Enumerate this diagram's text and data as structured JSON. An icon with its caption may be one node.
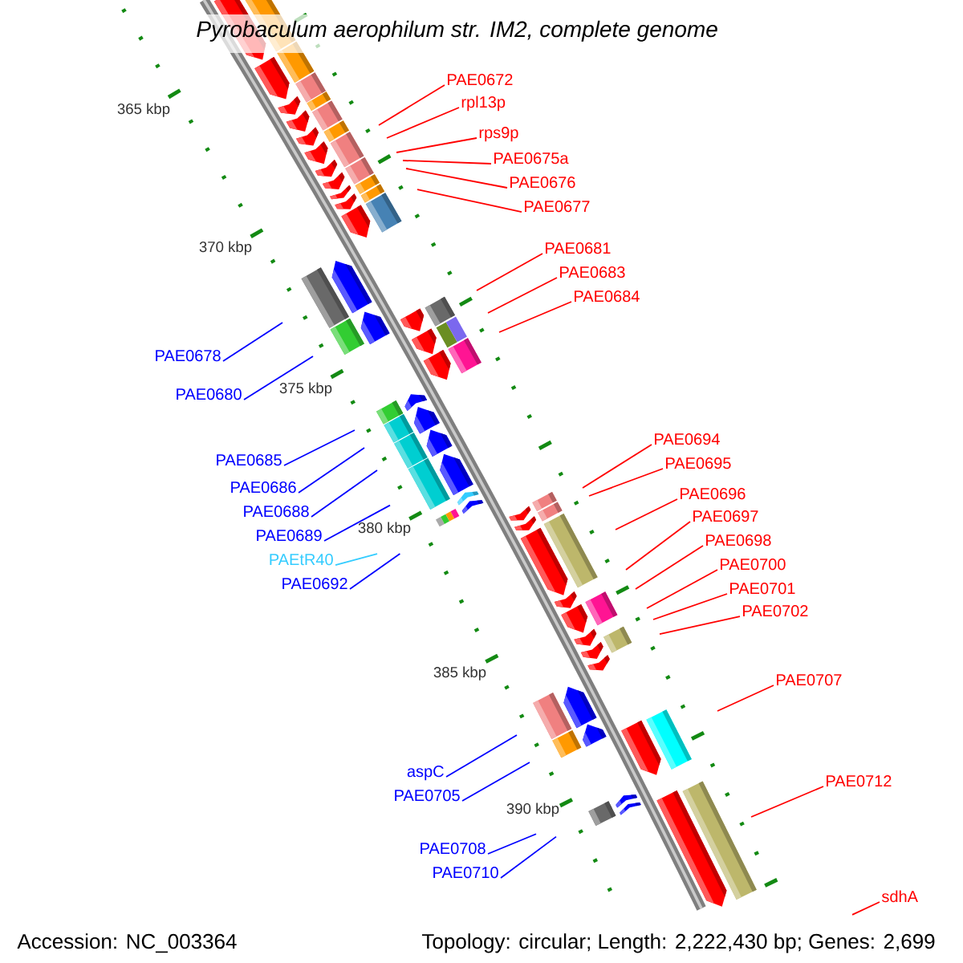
{
  "diagram": {
    "title": "Pyrobaculum aerophilum str. IM2, complete genome",
    "nodes": [
      {
        "text": [
          "PAE0672"
        ]
      },
      {
        "text": [
          "rpl13p"
        ]
      },
      {
        "text": [
          "rps9p"
        ]
      },
      {
        "text": [
          "PAE0675a"
        ]
      },
      {
        "text": [
          "PAE0676"
        ]
      },
      {
        "text": [
          "PAE0677"
        ]
      },
      {
        "text": [
          "PAE0681"
        ]
      },
      {
        "text": [
          "PAE0683"
        ]
      },
      {
        "text": [
          "PAE0684"
        ]
      },
      {
        "text": [
          "PAE0678"
        ]
      },
      {
        "text": [
          "PAE0680"
        ]
      },
      {
        "text": [
          "PAE0685"
        ]
      },
      {
        "text": [
          "PAE0686"
        ]
      },
      {
        "text": [
          "PAE0688"
        ]
      },
      {
        "text": [
          "PAE0689"
        ]
      },
      {
        "text": [
          "PAEtR40"
        ]
      },
      {
        "text": [
          "PAE0692"
        ]
      },
      {
        "text": [
          "PAE0694"
        ]
      },
      {
        "text": [
          "PAE0695"
        ]
      },
      {
        "text": [
          "PAE0696"
        ]
      },
      {
        "text": [
          "PAE0697"
        ]
      },
      {
        "text": [
          "PAE0698"
        ]
      },
      {
        "text": [
          "PAE0700"
        ]
      },
      {
        "text": [
          "PAE0701"
        ]
      },
      {
        "text": [
          "PAE0702"
        ]
      },
      {
        "text": [
          "PAE0707"
        ]
      },
      {
        "text": [
          "aspC"
        ]
      },
      {
        "text": [
          "PAE0705"
        ]
      },
      {
        "text": [
          "PAE0712"
        ]
      },
      {
        "text": [
          "PAE0708"
        ]
      },
      {
        "text": [
          "PAE0710"
        ]
      },
      {
        "text": [
          "sdhA"
        ]
      }
    ],
    "edges": [
      {
        "from": 0,
        "to": null,
        "arrow": "none"
      },
      {
        "from": 1,
        "to": null,
        "arrow": "none"
      },
      {
        "from": 2,
        "to": null,
        "arrow": "none"
      },
      {
        "from": 3,
        "to": null,
        "arrow": "none"
      },
      {
        "from": 4,
        "to": null,
        "arrow": "none"
      },
      {
        "from": 5,
        "to": null,
        "arrow": "none"
      },
      {
        "from": 6,
        "to": null,
        "arrow": "none"
      },
      {
        "from": 7,
        "to": null,
        "arrow": "none"
      },
      {
        "from": 8,
        "to": null,
        "arrow": "none"
      },
      {
        "from": 9,
        "to": null,
        "arrow": "none",
        "color": "#0000ff"
      },
      {
        "from": 10,
        "to": null,
        "arrow": "none",
        "color": "#0000ff"
      },
      {
        "from": 11,
        "to": null,
        "arrow": "none",
        "color": "#0000ff"
      },
      {
        "from": 12,
        "to": null,
        "arrow": "none",
        "color": "#0000ff"
      },
      {
        "from": 13,
        "to": null,
        "arrow": "none",
        "color": "#0000ff"
      },
      {
        "from": 14,
        "to": null,
        "arrow": "none",
        "color": "#0000ff"
      },
      {
        "from": 15,
        "to": null,
        "arrow": "none",
        "color": "#33ccff"
      },
      {
        "from": 16,
        "to": null,
        "arrow": "none",
        "color": "#0000ff"
      },
      {
        "from": 17,
        "to": null,
        "arrow": "none"
      },
      {
        "from": 18,
        "to": null,
        "arrow": "none"
      },
      {
        "from": 19,
        "to": null,
        "arrow": "none"
      },
      {
        "from": 20,
        "to": null,
        "arrow": "none"
      },
      {
        "from": 21,
        "to": null,
        "arrow": "none"
      },
      {
        "from": 22,
        "to": null,
        "arrow": "none"
      },
      {
        "from": 23,
        "to": null,
        "arrow": "none"
      },
      {
        "from": 24,
        "to": null,
        "arrow": "none"
      },
      {
        "from": 25,
        "to": null,
        "arrow": "none"
      },
      {
        "from": 26,
        "to": null,
        "arrow": "none",
        "color": "#0000ff"
      },
      {
        "from": 27,
        "to": null,
        "arrow": "none",
        "color": "#0000ff"
      },
      {
        "from": 28,
        "to": null,
        "arrow": "none"
      },
      {
        "from": 29,
        "to": null,
        "arrow": "none",
        "color": "#0000ff"
      },
      {
        "from": 30,
        "to": null,
        "arrow": "none",
        "color": "#0000ff"
      },
      {
        "from": 31,
        "to": null,
        "arrow": "none"
      }
    ],
    "labels": [
      "365 kbp",
      "370 kbp",
      "375 kbp",
      "380 kbp",
      "385 kbp",
      "390 kbp",
      "Accession: NC_003364",
      "Topology: circular; Length: 2,222,430 bp; Genes: 2,699"
    ]
  }
}
